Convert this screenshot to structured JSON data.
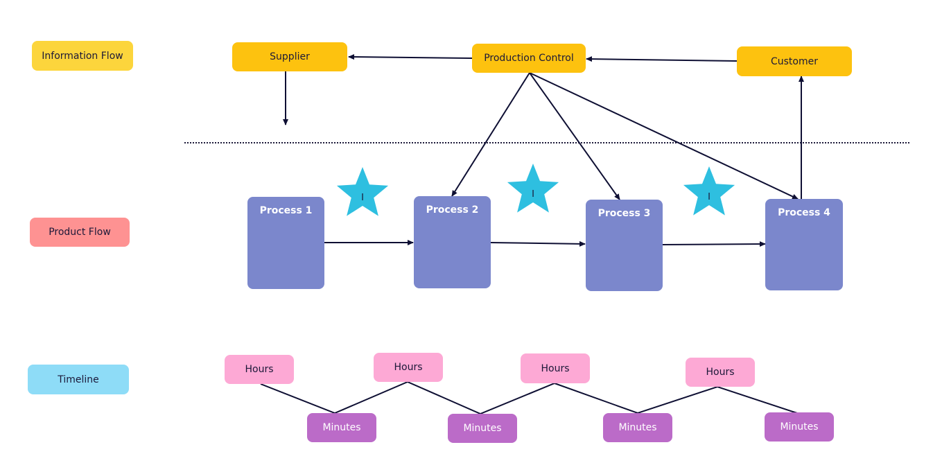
{
  "legend": {
    "information_flow": "Information Flow",
    "product_flow": "Product Flow",
    "timeline": "Timeline"
  },
  "information": {
    "supplier": "Supplier",
    "production_control": "Production Control",
    "customer": "Customer"
  },
  "processes": [
    {
      "label": "Process 1"
    },
    {
      "label": "Process 2"
    },
    {
      "label": "Process 3"
    },
    {
      "label": "Process 4"
    }
  ],
  "inventory": [
    {
      "label": "I"
    },
    {
      "label": "I"
    },
    {
      "label": "I"
    }
  ],
  "timeline": {
    "hours": [
      "Hours",
      "Hours",
      "Hours",
      "Hours"
    ],
    "minutes": [
      "Minutes",
      "Minutes",
      "Minutes",
      "Minutes"
    ]
  },
  "colors": {
    "information_flow": "#fcd53c",
    "information_box": "#fdc20f",
    "product_flow": "#fe9292",
    "timeline": "#8edcf7",
    "process": "#7b87cc",
    "inventory": "#2ebfe0",
    "hours": "#fda9d5",
    "minutes": "#bb6bc8",
    "connector": "#0e0f33"
  }
}
